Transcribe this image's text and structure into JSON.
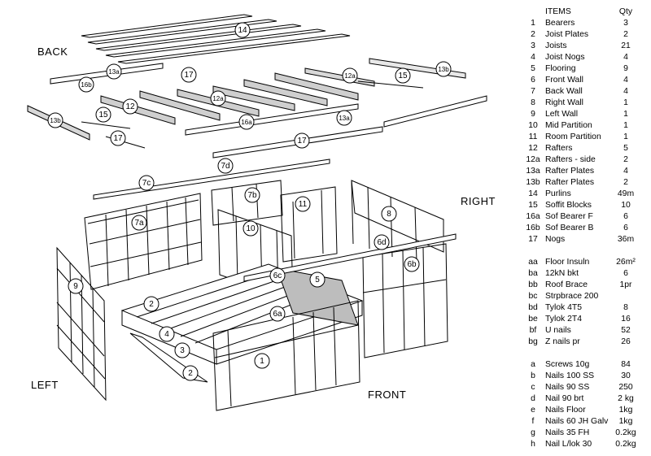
{
  "directions": {
    "back": "BACK",
    "right": "RIGHT",
    "left": "LEFT",
    "front": "FRONT"
  },
  "table": {
    "header": {
      "name": "ITEMS",
      "qty": "Qty"
    },
    "structural": [
      {
        "code": "1",
        "name": "Bearers",
        "qty": "3"
      },
      {
        "code": "2",
        "name": "Joist Plates",
        "qty": "2"
      },
      {
        "code": "3",
        "name": "Joists",
        "qty": "21"
      },
      {
        "code": "4",
        "name": "Joist Nogs",
        "qty": "4"
      },
      {
        "code": "5",
        "name": "Flooring",
        "qty": "9"
      },
      {
        "code": "6",
        "name": "Front Wall",
        "qty": "4"
      },
      {
        "code": "7",
        "name": "Back Wall",
        "qty": "4"
      },
      {
        "code": "8",
        "name": "Right Wall",
        "qty": "1"
      },
      {
        "code": "9",
        "name": "Left Wall",
        "qty": "1"
      },
      {
        "code": "10",
        "name": "Mid Partition",
        "qty": "1"
      },
      {
        "code": "11",
        "name": "Room Partition",
        "qty": "1"
      },
      {
        "code": "12",
        "name": "Rafters",
        "qty": "5"
      },
      {
        "code": "12a",
        "name": "Rafters - side",
        "qty": "2"
      },
      {
        "code": "13a",
        "name": "Rafter Plates",
        "qty": "4"
      },
      {
        "code": "13b",
        "name": "Rafter Plates",
        "qty": "2"
      },
      {
        "code": "14",
        "name": "Purlins",
        "qty": "49m"
      },
      {
        "code": "15",
        "name": "Soffit Blocks",
        "qty": "10"
      },
      {
        "code": "16a",
        "name": "Sof Bearer F",
        "qty": "6"
      },
      {
        "code": "16b",
        "name": "Sof Bearer B",
        "qty": "6"
      },
      {
        "code": "17",
        "name": "Nogs",
        "qty": "36m"
      }
    ],
    "hardware": [
      {
        "code": "aa",
        "name": "Floor Insuln",
        "qty": "26m²"
      },
      {
        "code": "ba",
        "name": "12kN bkt",
        "qty": "6"
      },
      {
        "code": "bb",
        "name": "Roof Brace",
        "qty": "1pr"
      },
      {
        "code": "bc",
        "name": "Strpbrace 200",
        "qty": ""
      },
      {
        "code": "bd",
        "name": "Tylok 4T5",
        "qty": "8"
      },
      {
        "code": "be",
        "name": "Tylok 2T4",
        "qty": "16"
      },
      {
        "code": "bf",
        "name": "U nails",
        "qty": "52"
      },
      {
        "code": "bg",
        "name": "Z nails pr",
        "qty": "26"
      }
    ],
    "fasteners": [
      {
        "code": "a",
        "name": "Screws 10g",
        "qty": "84"
      },
      {
        "code": "b",
        "name": "Nails 100 SS",
        "qty": "30"
      },
      {
        "code": "c",
        "name": "Nails 90 SS",
        "qty": "250"
      },
      {
        "code": "d",
        "name": "Nail 90 brt",
        "qty": "2 kg"
      },
      {
        "code": "e",
        "name": "Nails Floor",
        "qty": "1kg"
      },
      {
        "code": "f",
        "name": "Nails 60 JH Galv",
        "qty": "1kg"
      },
      {
        "code": "g",
        "name": "Nails 35 FH",
        "qty": "0.2kg"
      },
      {
        "code": "h",
        "name": "Nail L/lok 30",
        "qty": "0.2kg"
      }
    ]
  },
  "callouts": [
    "14",
    "13a",
    "16b",
    "17",
    "12a",
    "15",
    "13b",
    "12",
    "15",
    "12a",
    "17",
    "16a",
    "13a",
    "17",
    "13b",
    "7d",
    "7c",
    "7b",
    "7a",
    "11",
    "10",
    "8",
    "6d",
    "6b",
    "6c",
    "5",
    "9",
    "2",
    "6a",
    "4",
    "3",
    "1",
    "2"
  ]
}
